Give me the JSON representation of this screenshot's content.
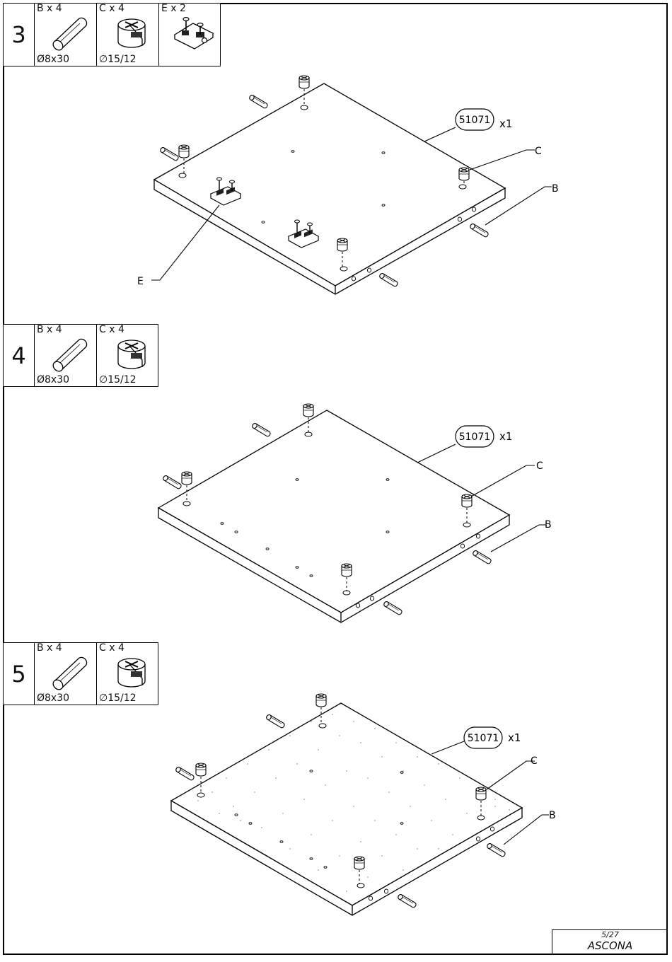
{
  "steps": [
    {
      "number": "3",
      "parts": [
        {
          "label": "B x 4",
          "dim": "Ø8x30",
          "icon": "dowel-icon"
        },
        {
          "label": "C x 4",
          "dim": "∅15/12",
          "icon": "cam-lock-icon"
        },
        {
          "label": "E x 2",
          "dim": "",
          "icon": "hinge-plate-icon"
        }
      ],
      "panel_code": "51071",
      "panel_qty": "x1",
      "callouts": [
        "C",
        "B",
        "E"
      ]
    },
    {
      "number": "4",
      "parts": [
        {
          "label": "B x 4",
          "dim": "Ø8x30",
          "icon": "dowel-icon"
        },
        {
          "label": "C x 4",
          "dim": "∅15/12",
          "icon": "cam-lock-icon"
        }
      ],
      "panel_code": "51071",
      "panel_qty": "x1",
      "callouts": [
        "C",
        "B"
      ]
    },
    {
      "number": "5",
      "parts": [
        {
          "label": "B x 4",
          "dim": "Ø8x30",
          "icon": "dowel-icon"
        },
        {
          "label": "C x 4",
          "dim": "∅15/12",
          "icon": "cam-lock-icon"
        }
      ],
      "panel_code": "51071",
      "panel_qty": "x1",
      "callouts": [
        "C",
        "B"
      ]
    }
  ],
  "footer": {
    "page": "5/27",
    "product": "ASCONA"
  }
}
